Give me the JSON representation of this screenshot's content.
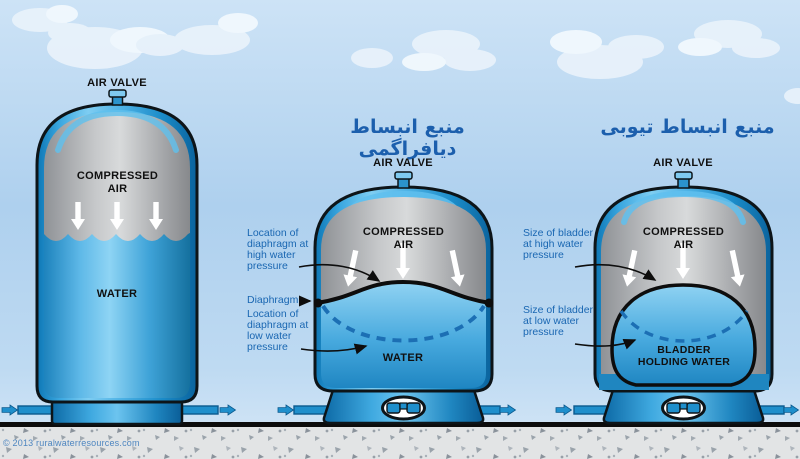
{
  "copyright": "© 2013 ruralwaterresources.com",
  "tanks": {
    "plain": {
      "air_valve": "AIR VALVE",
      "compressed_air": "COMPRESSED AIR",
      "water": "WATER"
    },
    "diaphragm": {
      "title": "منبع انبساط دیافراگمی",
      "air_valve": "AIR VALVE",
      "compressed_air": "COMPRESSED AIR",
      "water": "WATER",
      "label_high_pressure": "Location of diaphragm at high water pressure",
      "label_diaphragm": "Diaphragm",
      "label_low_pressure": "Location of diaphragm at low water pressure"
    },
    "bladder": {
      "title": "منبع انبساط تیوبی",
      "air_valve": "AIR VALVE",
      "compressed_air": "COMPRESSED AIR",
      "bladder_label": "BLADDER HOLDING WATER",
      "label_high_pressure": "Size of bladder at high water pressure",
      "label_low_pressure": "Size of bladder at low water pressure"
    }
  },
  "colors": {
    "sky": "#b5d3ee",
    "tank_blue": "#2f9fd8",
    "air_gray": "#b5b7b9",
    "annotation_blue": "#1a67b2",
    "title_blue": "#1c5fad",
    "pipe_blue": "#1f8fcc"
  }
}
